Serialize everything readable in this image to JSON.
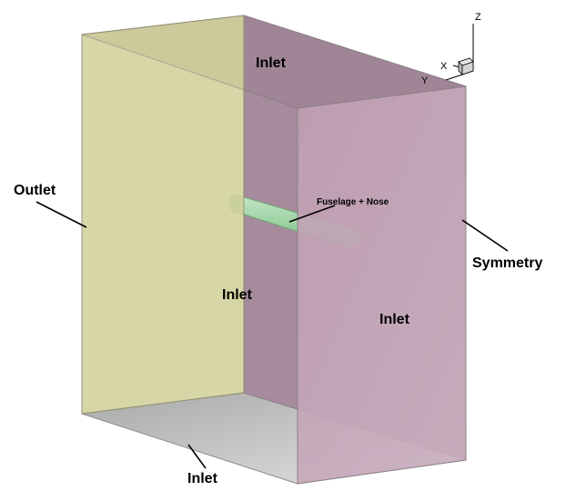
{
  "labels": {
    "inlet_top": "Inlet",
    "outlet": "Outlet",
    "fuselage": "Fuselage + Nose",
    "symmetry": "Symmetry",
    "inlet_middle": "Inlet",
    "inlet_right": "Inlet",
    "inlet_bottom": "Inlet"
  },
  "axes": {
    "x": "X",
    "y": "Y",
    "z": "Z"
  },
  "colors": {
    "outlet_face": "#cfcf9e",
    "inlet_back_face": "#a78a9b",
    "symmetry_face": "#c6a8ba",
    "floor_face": "#c8c8c8",
    "fuselage": "#9fd3a5",
    "edge": "#8c7f87"
  }
}
